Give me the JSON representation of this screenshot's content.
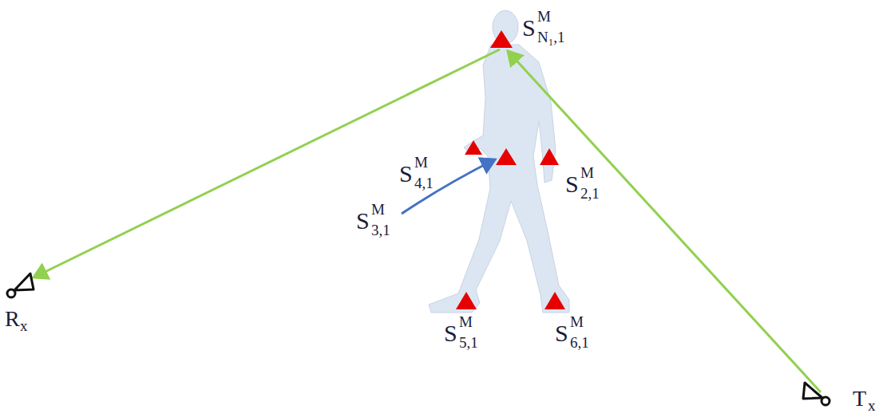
{
  "diagram": {
    "labels": [
      "S",
      "M",
      "N₁,1",
      "S",
      "M",
      "4,1",
      "S",
      "M",
      "2,1",
      "S",
      "M",
      "3,1",
      "R",
      "x",
      "S",
      "M",
      "5,1",
      "S",
      "M",
      "6,1",
      "T",
      "x"
    ]
  }
}
